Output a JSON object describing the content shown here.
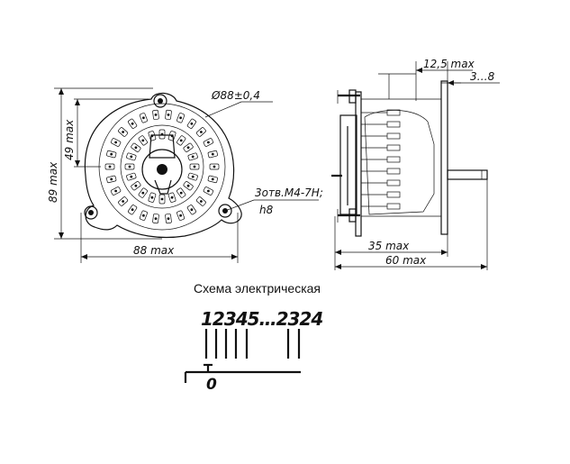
{
  "front_view": {
    "diameter_label": "Ø88±0,4",
    "height_label": "89 max",
    "half_height_label": "49 max",
    "width_label": "88 max",
    "holes_label": "3отв.М4-7H;",
    "holes_depth_label": "h8"
  },
  "side_view": {
    "top_dim_label": "12,5 max",
    "shaft_dim_label": "3…8",
    "body_dim_label": "35 max",
    "overall_dim_label": "60 max"
  },
  "schematic": {
    "title": "Схема электрическая",
    "contact_numbers": "12345…2324",
    "zero_label": "0"
  }
}
